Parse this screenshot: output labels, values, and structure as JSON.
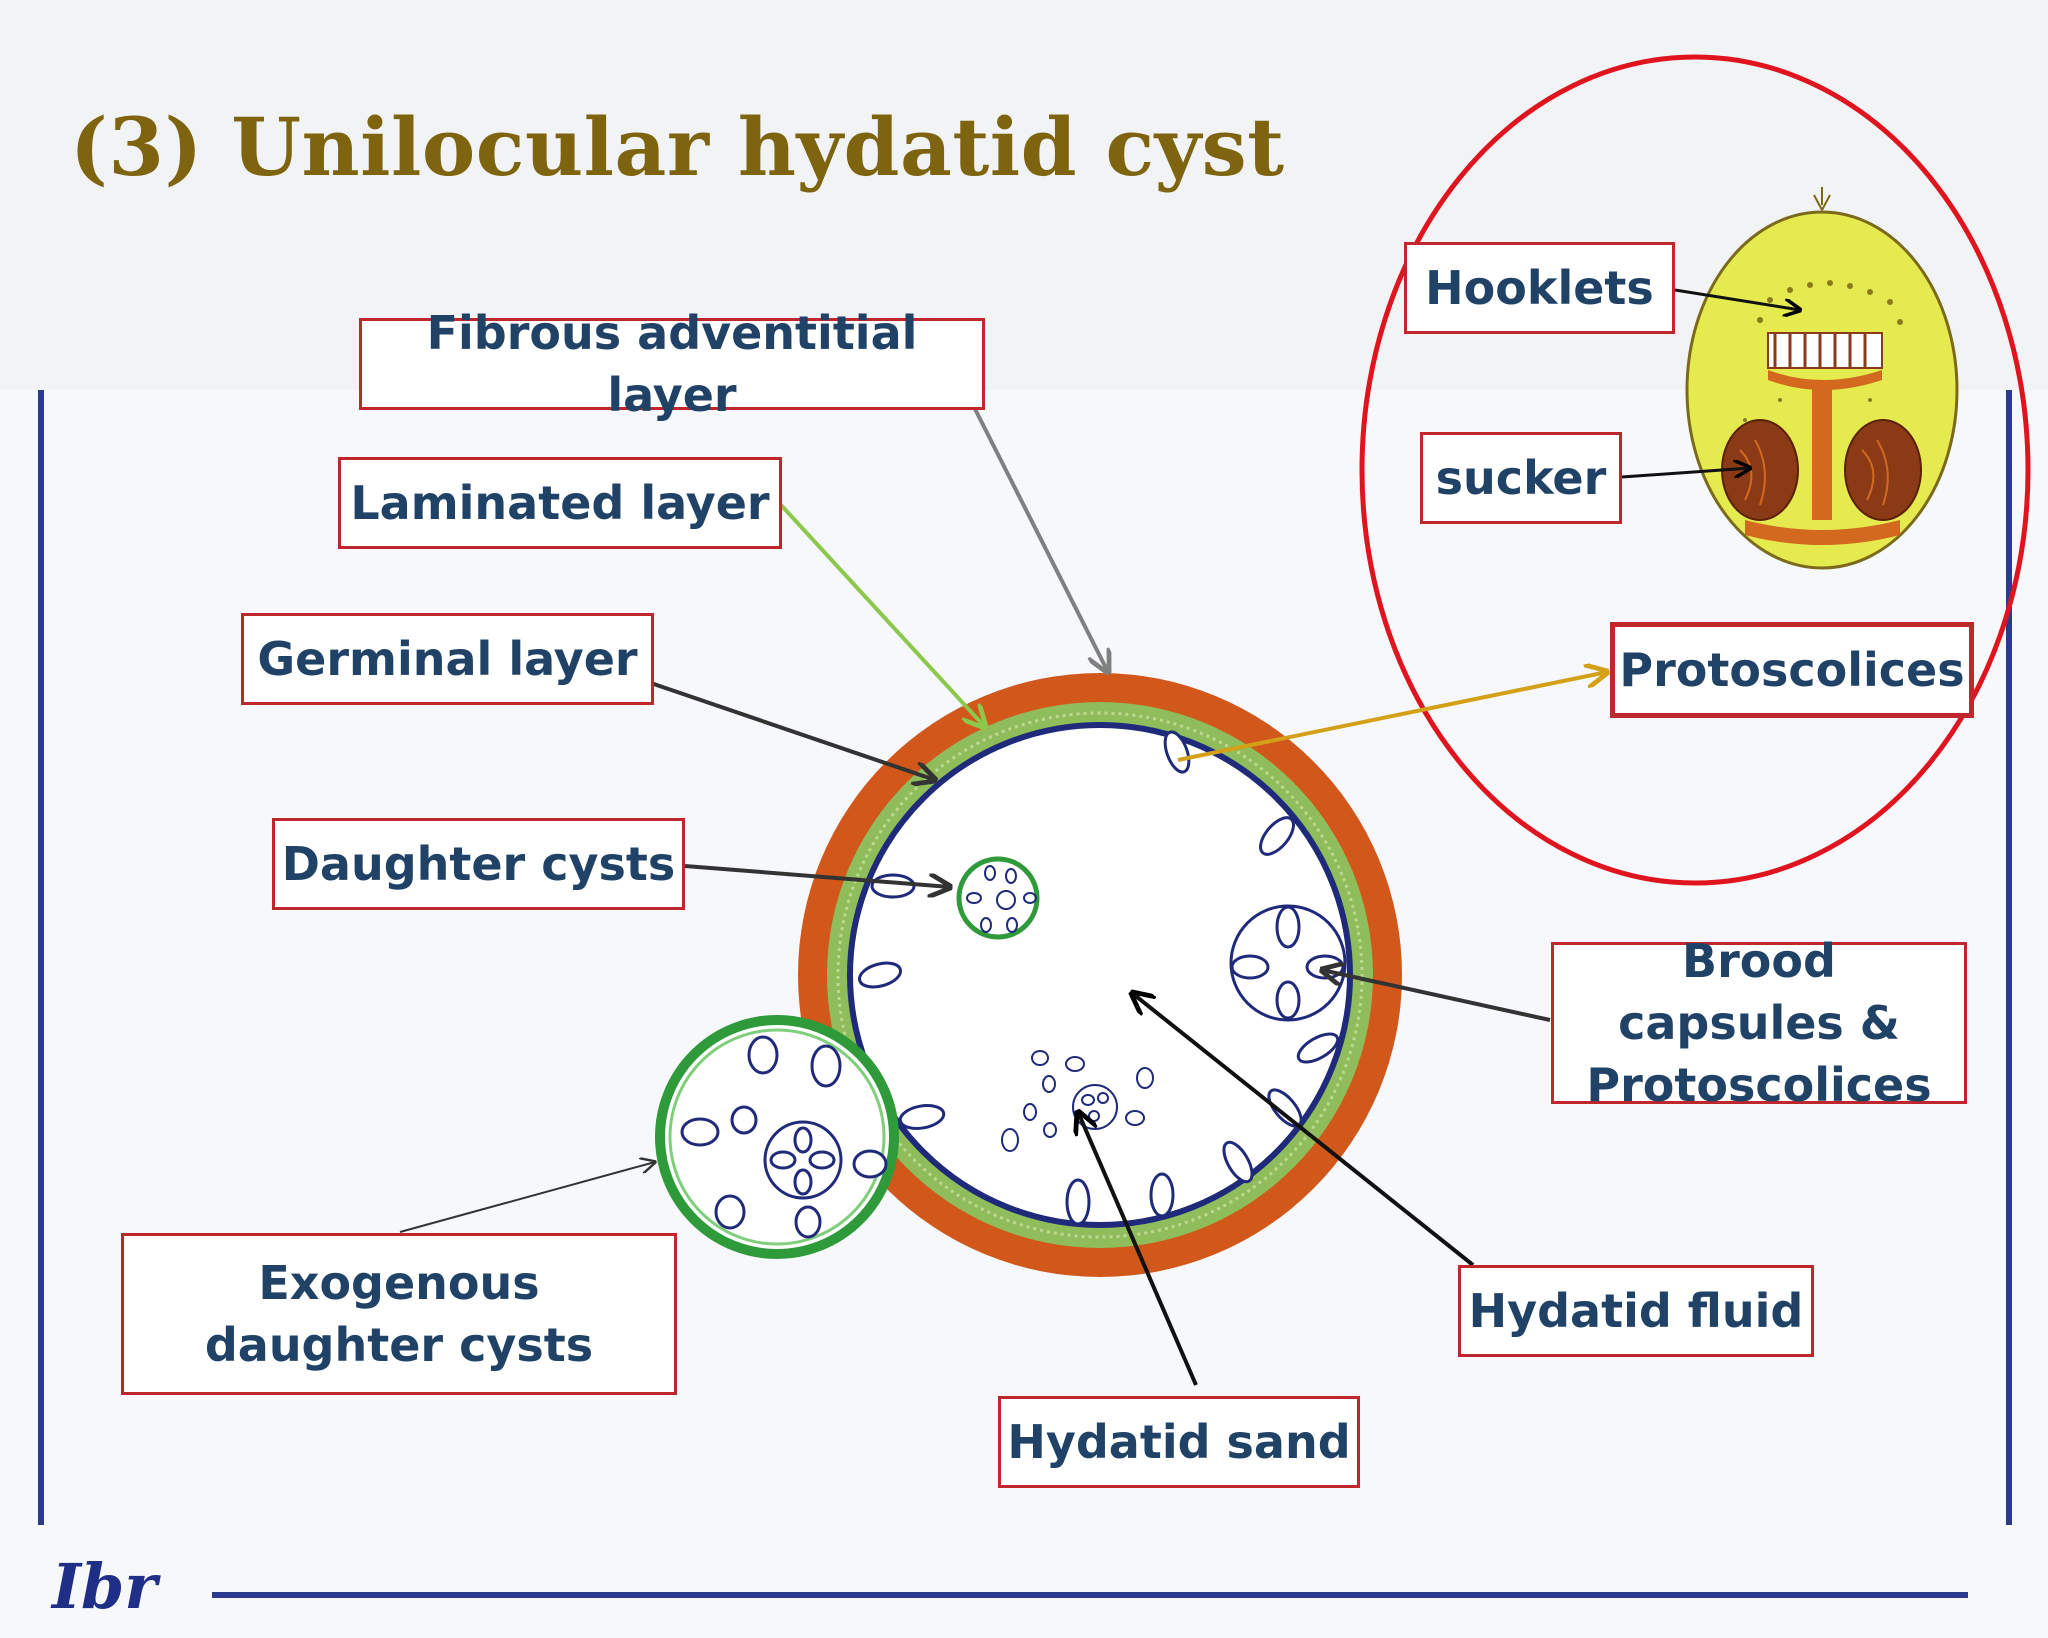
{
  "title": "(3) Unilocular hydatid cyst",
  "labels": {
    "fibrous": "Fibrous adventitial layer",
    "laminated": "Laminated layer",
    "germinal": "Germinal layer",
    "daughter": "Daughter cysts",
    "exogenous": "Exogenous daughter cysts",
    "hooklets": "Hooklets",
    "sucker": "sucker",
    "protoscolices": "Protoscolices",
    "brood": "Brood capsules & Protoscolices",
    "fluid": "Hydatid fluid",
    "sand": "Hydatid sand"
  },
  "logo": "Ibr",
  "colors": {
    "title": "#7f6410",
    "label_border": "#c0272d",
    "label_text": "#1f4266",
    "rule": "#2b3a8f",
    "fibrous_layer": "#d1581a",
    "laminated_layer": "#8fbd5b",
    "germinal_layer": "#1f2a7a",
    "exogenous_cyst": "#2f9a3a",
    "inset_circle": "#e0141e",
    "protoscolex_body": "#e5ea4e"
  }
}
